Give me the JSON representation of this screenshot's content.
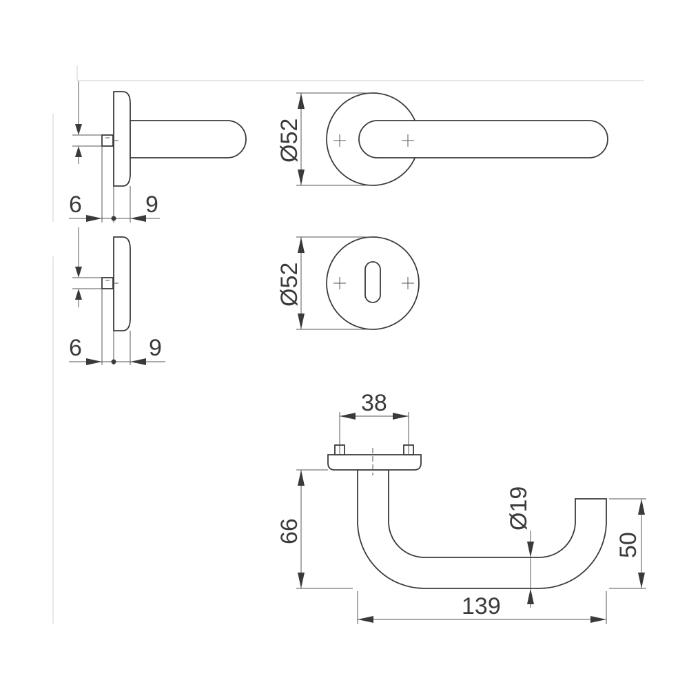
{
  "drawing": {
    "colors": {
      "line": "#3a3a3a",
      "frame": "#cfcfcf",
      "background": "#ffffff"
    },
    "dimensions": {
      "rose_side_left": "6",
      "rose_side_right": "9",
      "rose_diameter": "Ø52",
      "escutcheon_side_left": "6",
      "escutcheon_side_right": "9",
      "escutcheon_diameter": "Ø52",
      "fixing_spacing": "38",
      "lever_height": "66",
      "tube_diameter": "Ø19",
      "lever_return": "50",
      "lever_length": "139"
    }
  }
}
